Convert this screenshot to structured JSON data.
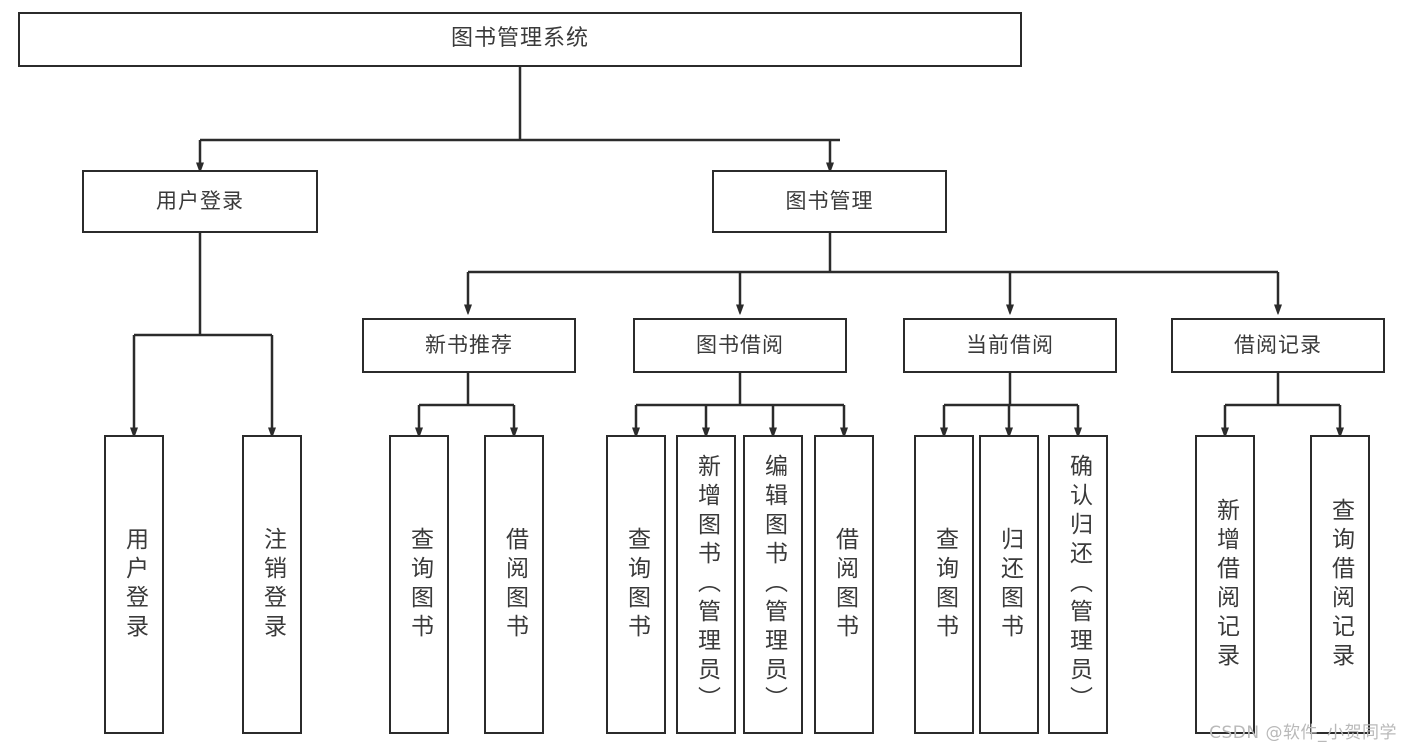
{
  "diagram": {
    "title": "图书管理系统",
    "type": "tree-hierarchy",
    "watermark": "CSDN @软件_小贺同学",
    "colors": {
      "stroke": "#2b2b2b",
      "text": "#3a3a3a",
      "background": "#ffffff",
      "watermark": "#b9b9b9"
    },
    "levels": {
      "root": {
        "label": "图书管理系统"
      },
      "level2": [
        {
          "label": "用户登录"
        },
        {
          "label": "图书管理"
        }
      ],
      "level3": [
        {
          "label": "新书推荐"
        },
        {
          "label": "图书借阅"
        },
        {
          "label": "当前借阅"
        },
        {
          "label": "借阅记录"
        }
      ],
      "leaves": {
        "user_login": [
          {
            "label": "用户登录"
          },
          {
            "label": "注销登录"
          }
        ],
        "new_book_recommend": [
          {
            "label": "查询图书"
          },
          {
            "label": "借阅图书"
          }
        ],
        "book_borrow": [
          {
            "label": "查询图书"
          },
          {
            "label": "新增图书（管理员）"
          },
          {
            "label": "编辑图书（管理员）"
          },
          {
            "label": "借阅图书"
          }
        ],
        "current_borrow": [
          {
            "label": "查询图书"
          },
          {
            "label": "归还图书"
          },
          {
            "label": "确认归还（管理员）"
          }
        ],
        "borrow_record": [
          {
            "label": "新增借阅记录"
          },
          {
            "label": "查询借阅记录"
          }
        ]
      }
    }
  }
}
